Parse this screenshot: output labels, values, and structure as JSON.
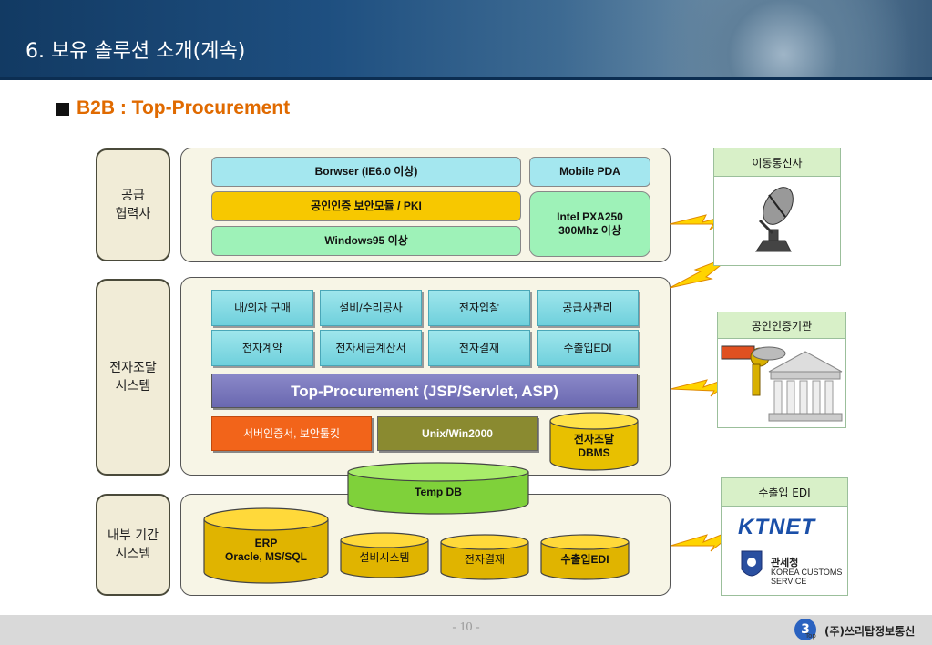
{
  "header": {
    "title": "6. 보유 솔루션 소개(계속)"
  },
  "subtitle": {
    "bullet": "■",
    "text": "B2B : Top-Procurement"
  },
  "side_labels": {
    "supply": "공급\n협력사",
    "eproc": "전자조달\n시스템",
    "internal": "내부 기간\n시스템"
  },
  "supply": {
    "browser": "Borwser (IE6.0 이상)",
    "mobile": "Mobile PDA",
    "pki": "공인인증 보안모듈 / PKI",
    "intel": "Intel PXA250\n300Mhz 이상",
    "windows": "Windows95 이상"
  },
  "modules": [
    "내/외자 구매",
    "설비/수리공사",
    "전자입찰",
    "공급사관리",
    "전자계약",
    "전자세금계산서",
    "전자결재",
    "수출입EDI"
  ],
  "platform": "Top-Procurement (JSP/Servlet, ASP)",
  "server_cert": "서버인증서, 보안툴킷",
  "os": "Unix/Win2000",
  "dbms": "전자조달\nDBMS",
  "temp_db": "Temp DB",
  "internal_dbs": {
    "erp": "ERP\nOracle, MS/SQL",
    "facility": "설비시스템",
    "approval": "전자결재",
    "edi": "수출입EDI"
  },
  "external": {
    "mobile_carrier": "이동통신사",
    "cert_authority": "공인인증기관",
    "edi": "수출입 EDI",
    "ktnet": "KTNET",
    "customs_kr": "관세청",
    "customs_en": "KOREA CUSTOMS\nSERVICE"
  },
  "footer": {
    "page": "- 10 -",
    "company": "(주)쓰리탑정보통신",
    "logo_mark": "3",
    "logo_sub": "Top"
  }
}
